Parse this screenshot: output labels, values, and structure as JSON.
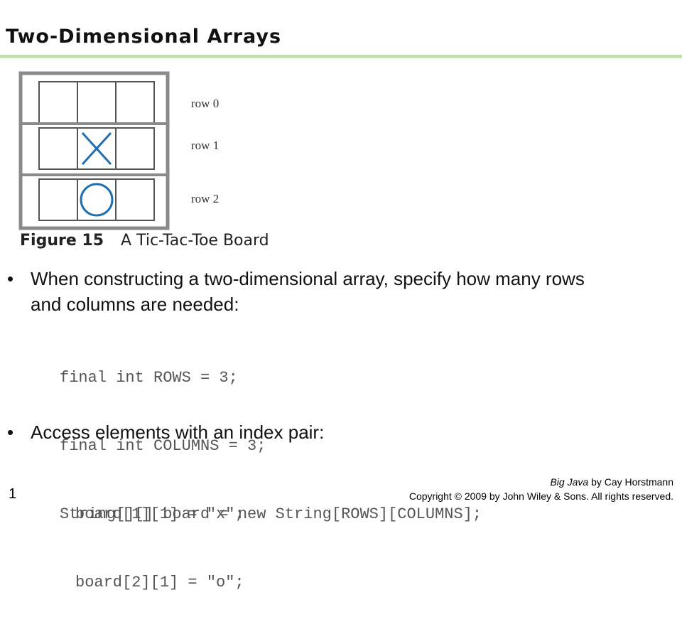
{
  "slide": {
    "title": "Two-Dimensional Arrays",
    "accent_color": "#bfe3a9"
  },
  "figure": {
    "row_labels": [
      "row 0",
      "row 1",
      "row 2"
    ],
    "caption_number": "Figure 15",
    "caption_text": "A Tic-Tac-Toe Board",
    "mark_color": "#1f6fb2",
    "cells": [
      [
        "",
        "",
        ""
      ],
      [
        "",
        "X",
        ""
      ],
      [
        "",
        "O",
        ""
      ]
    ]
  },
  "bullets": [
    {
      "text": "When constructing a two-dimensional array, specify how many rows and columns are needed:",
      "code": [
        "final int ROWS = 3;",
        "final int COLUMNS = 3;",
        "String[][] board = new String[ROWS][COLUMNS];"
      ]
    },
    {
      "text": "Access elements with an index pair:",
      "code": [
        "board[1][1] = \"x\";",
        "board[2][1] = \"o\";"
      ]
    }
  ],
  "footer": {
    "page_number": "1",
    "book_title": "Big Java",
    "book_author": "by Cay Horstmann",
    "copyright": "Copyright © 2009 by John Wiley & Sons.  All rights reserved."
  }
}
